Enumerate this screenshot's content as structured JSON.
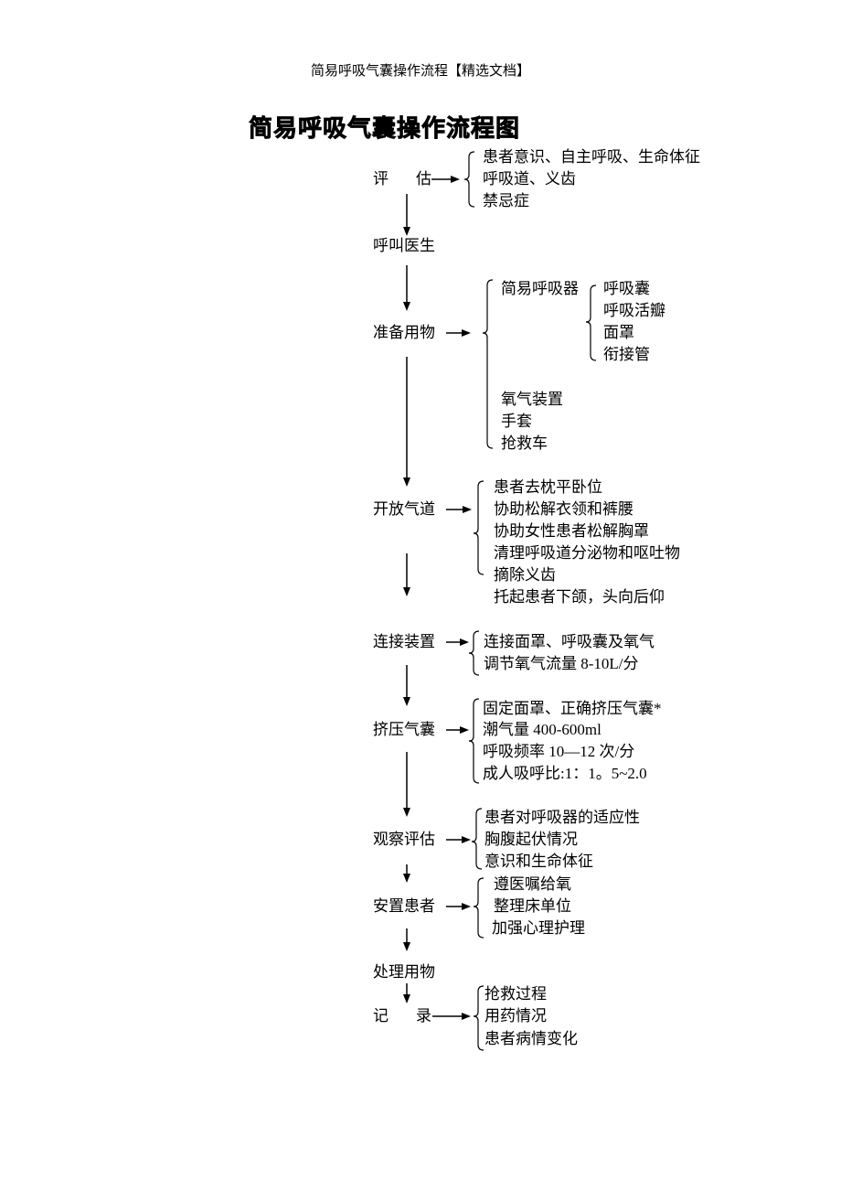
{
  "header": "简易呼吸气囊操作流程【精选文档】",
  "title": "简易呼吸气囊操作流程图",
  "steps": {
    "assess": {
      "label_a": "评",
      "label_b": "估",
      "items": [
        "患者意识、自主呼吸、生命体征",
        "呼吸道、义齿",
        "禁忌症"
      ]
    },
    "call": {
      "label": "呼叫医生"
    },
    "prepare": {
      "label": "准备用物",
      "resuscitator": "简易呼吸器",
      "resuscitator_parts": [
        "呼吸囊",
        "呼吸活瓣",
        "面罩",
        "衔接管"
      ],
      "items": [
        "氧气装置",
        "手套",
        "抢救车"
      ]
    },
    "airway": {
      "label": "开放气道",
      "items": [
        "患者去枕平卧位",
        "协助松解衣领和裤腰",
        "协助女性患者松解胸罩",
        "清理呼吸道分泌物和呕吐物",
        "摘除义齿",
        "托起患者下颌，头向后仰"
      ]
    },
    "connect": {
      "label": "连接装置",
      "items": [
        "连接面罩、呼吸囊及氧气",
        "调节氧气流量 8-10L/分"
      ]
    },
    "squeeze": {
      "label": "挤压气囊",
      "items": [
        "固定面罩、正确挤压气囊*",
        "潮气量 400-600ml",
        "呼吸频率 10—12 次/分",
        "成人吸呼比:1：1。5~2.0"
      ]
    },
    "observe": {
      "label": "观察评估",
      "items": [
        "患者对呼吸器的适应性",
        "胸腹起伏情况",
        "意识和生命体征"
      ]
    },
    "settle": {
      "label": "安置患者",
      "items": [
        "遵医嘱给氧",
        "整理床单位",
        "加强心理护理"
      ]
    },
    "dispose": {
      "label": "处理用物"
    },
    "record": {
      "label_a": "记",
      "label_b": "录",
      "items": [
        "抢救过程",
        "用药情况",
        "患者病情变化"
      ]
    }
  }
}
